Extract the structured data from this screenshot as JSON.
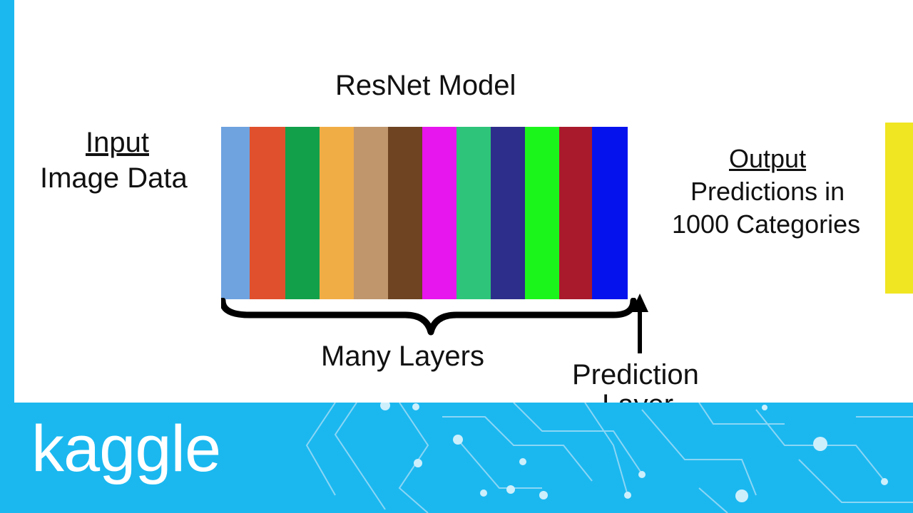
{
  "diagram": {
    "title": "ResNet Model",
    "input": {
      "heading": "Input",
      "subtitle": "Image Data"
    },
    "output": {
      "heading": "Output",
      "line1": "Predictions in",
      "line2": "1000 Categories",
      "bar_color": "#f0e622"
    },
    "layers": [
      {
        "color": "#6fa3e0"
      },
      {
        "color": "#e0502c"
      },
      {
        "color": "#12a04a"
      },
      {
        "color": "#f1ad45"
      },
      {
        "color": "#c0966c"
      },
      {
        "color": "#6e4422"
      },
      {
        "color": "#e715ee"
      },
      {
        "color": "#2ec47a"
      },
      {
        "color": "#2d2e8b"
      },
      {
        "color": "#1cf51c"
      },
      {
        "color": "#a81a2c"
      },
      {
        "color": "#0612ee"
      }
    ],
    "brace_label": "Many Layers",
    "prediction_label_line1": "Prediction",
    "prediction_label_line2": "Layer"
  },
  "footer": {
    "logo": "kaggle",
    "background": "#1bb8f0"
  }
}
